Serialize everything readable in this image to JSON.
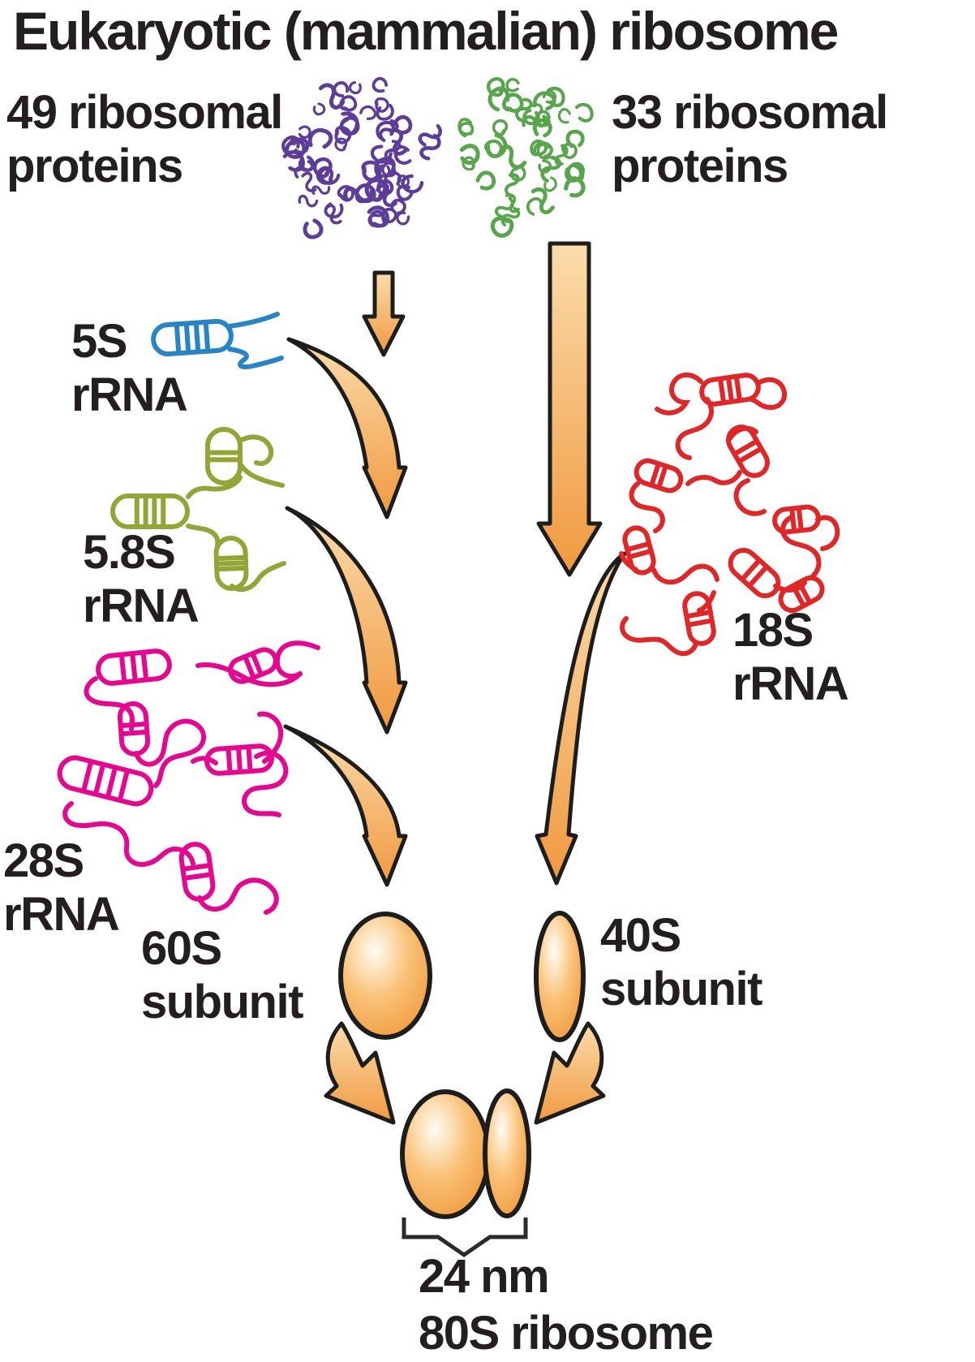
{
  "title": "Eukaryotic (mammalian) ribosome",
  "proteins_left": {
    "line1": "49 ribosomal",
    "line2": "proteins",
    "color": "#5c3d99"
  },
  "proteins_right": {
    "line1": "33 ribosomal",
    "line2": "proteins",
    "color": "#57a64b"
  },
  "rna_5s": {
    "line1": "5S",
    "line2": "rRNA",
    "color": "#2585c6"
  },
  "rna_58s": {
    "line1": "5.8S",
    "line2": "rRNA",
    "color": "#93a535"
  },
  "rna_28s": {
    "line1": "28S",
    "line2": "rRNA",
    "color": "#e8058f"
  },
  "rna_18s": {
    "line1": "18S",
    "line2": "rRNA",
    "color": "#e22627"
  },
  "subunit_60s": {
    "line1": "60S",
    "line2": "subunit"
  },
  "subunit_40s": {
    "line1": "40S",
    "line2": "subunit"
  },
  "ribosome_80s": {
    "size": "24 nm",
    "name": "80S ribosome"
  },
  "colors": {
    "text": "#231f20",
    "outline": "#1d1d1b",
    "arrow_light": "#fbdcab",
    "arrow_deep": "#f0993f",
    "oval_light": "#fffdf4",
    "oval_mid": "#fac278",
    "oval_deep": "#ef9434",
    "bracket": "#2b2b2b"
  }
}
